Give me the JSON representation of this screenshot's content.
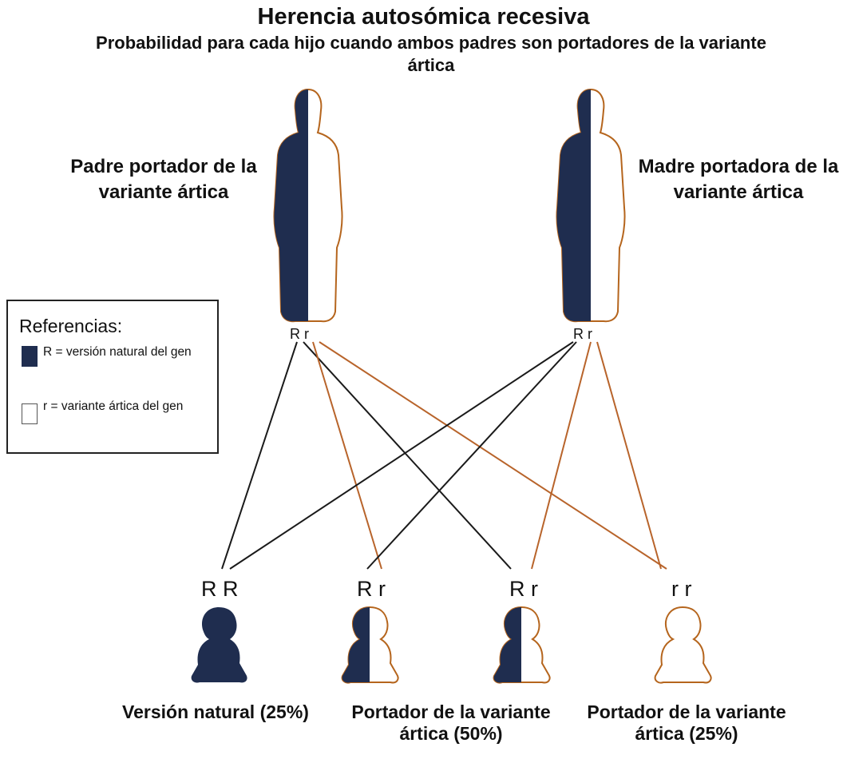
{
  "title": "Herencia autosómica recesiva",
  "subtitle": "Probabilidad para cada hijo cuando ambos padres son portadores de la variante ártica",
  "parents": {
    "father": {
      "label": "Padre portador de la variante ártica",
      "genotype": "R r"
    },
    "mother": {
      "label": "Madre portadora de la variante ártica",
      "genotype": "R r"
    }
  },
  "legend": {
    "title": "Referencias:",
    "items": [
      {
        "text": "R = versión natural del gen",
        "color": "#1f2d4f"
      },
      {
        "text": "r = variante ártica del gen",
        "color": "#ffffff"
      }
    ]
  },
  "children": [
    {
      "genotype": "R R"
    },
    {
      "genotype": "R r"
    },
    {
      "genotype": "R r"
    },
    {
      "genotype": "r r"
    }
  ],
  "outcomes": [
    {
      "label": "Versión natural (25%)"
    },
    {
      "label": "Portador de la variante ártica (50%)"
    },
    {
      "label": "Portador de la variante ártica (25%)"
    }
  ],
  "colors": {
    "dominant": "#1f2d4f",
    "recessive_outline": "#b5651d",
    "line_dark": "#1a1a1a",
    "line_orange": "#b8642b"
  }
}
